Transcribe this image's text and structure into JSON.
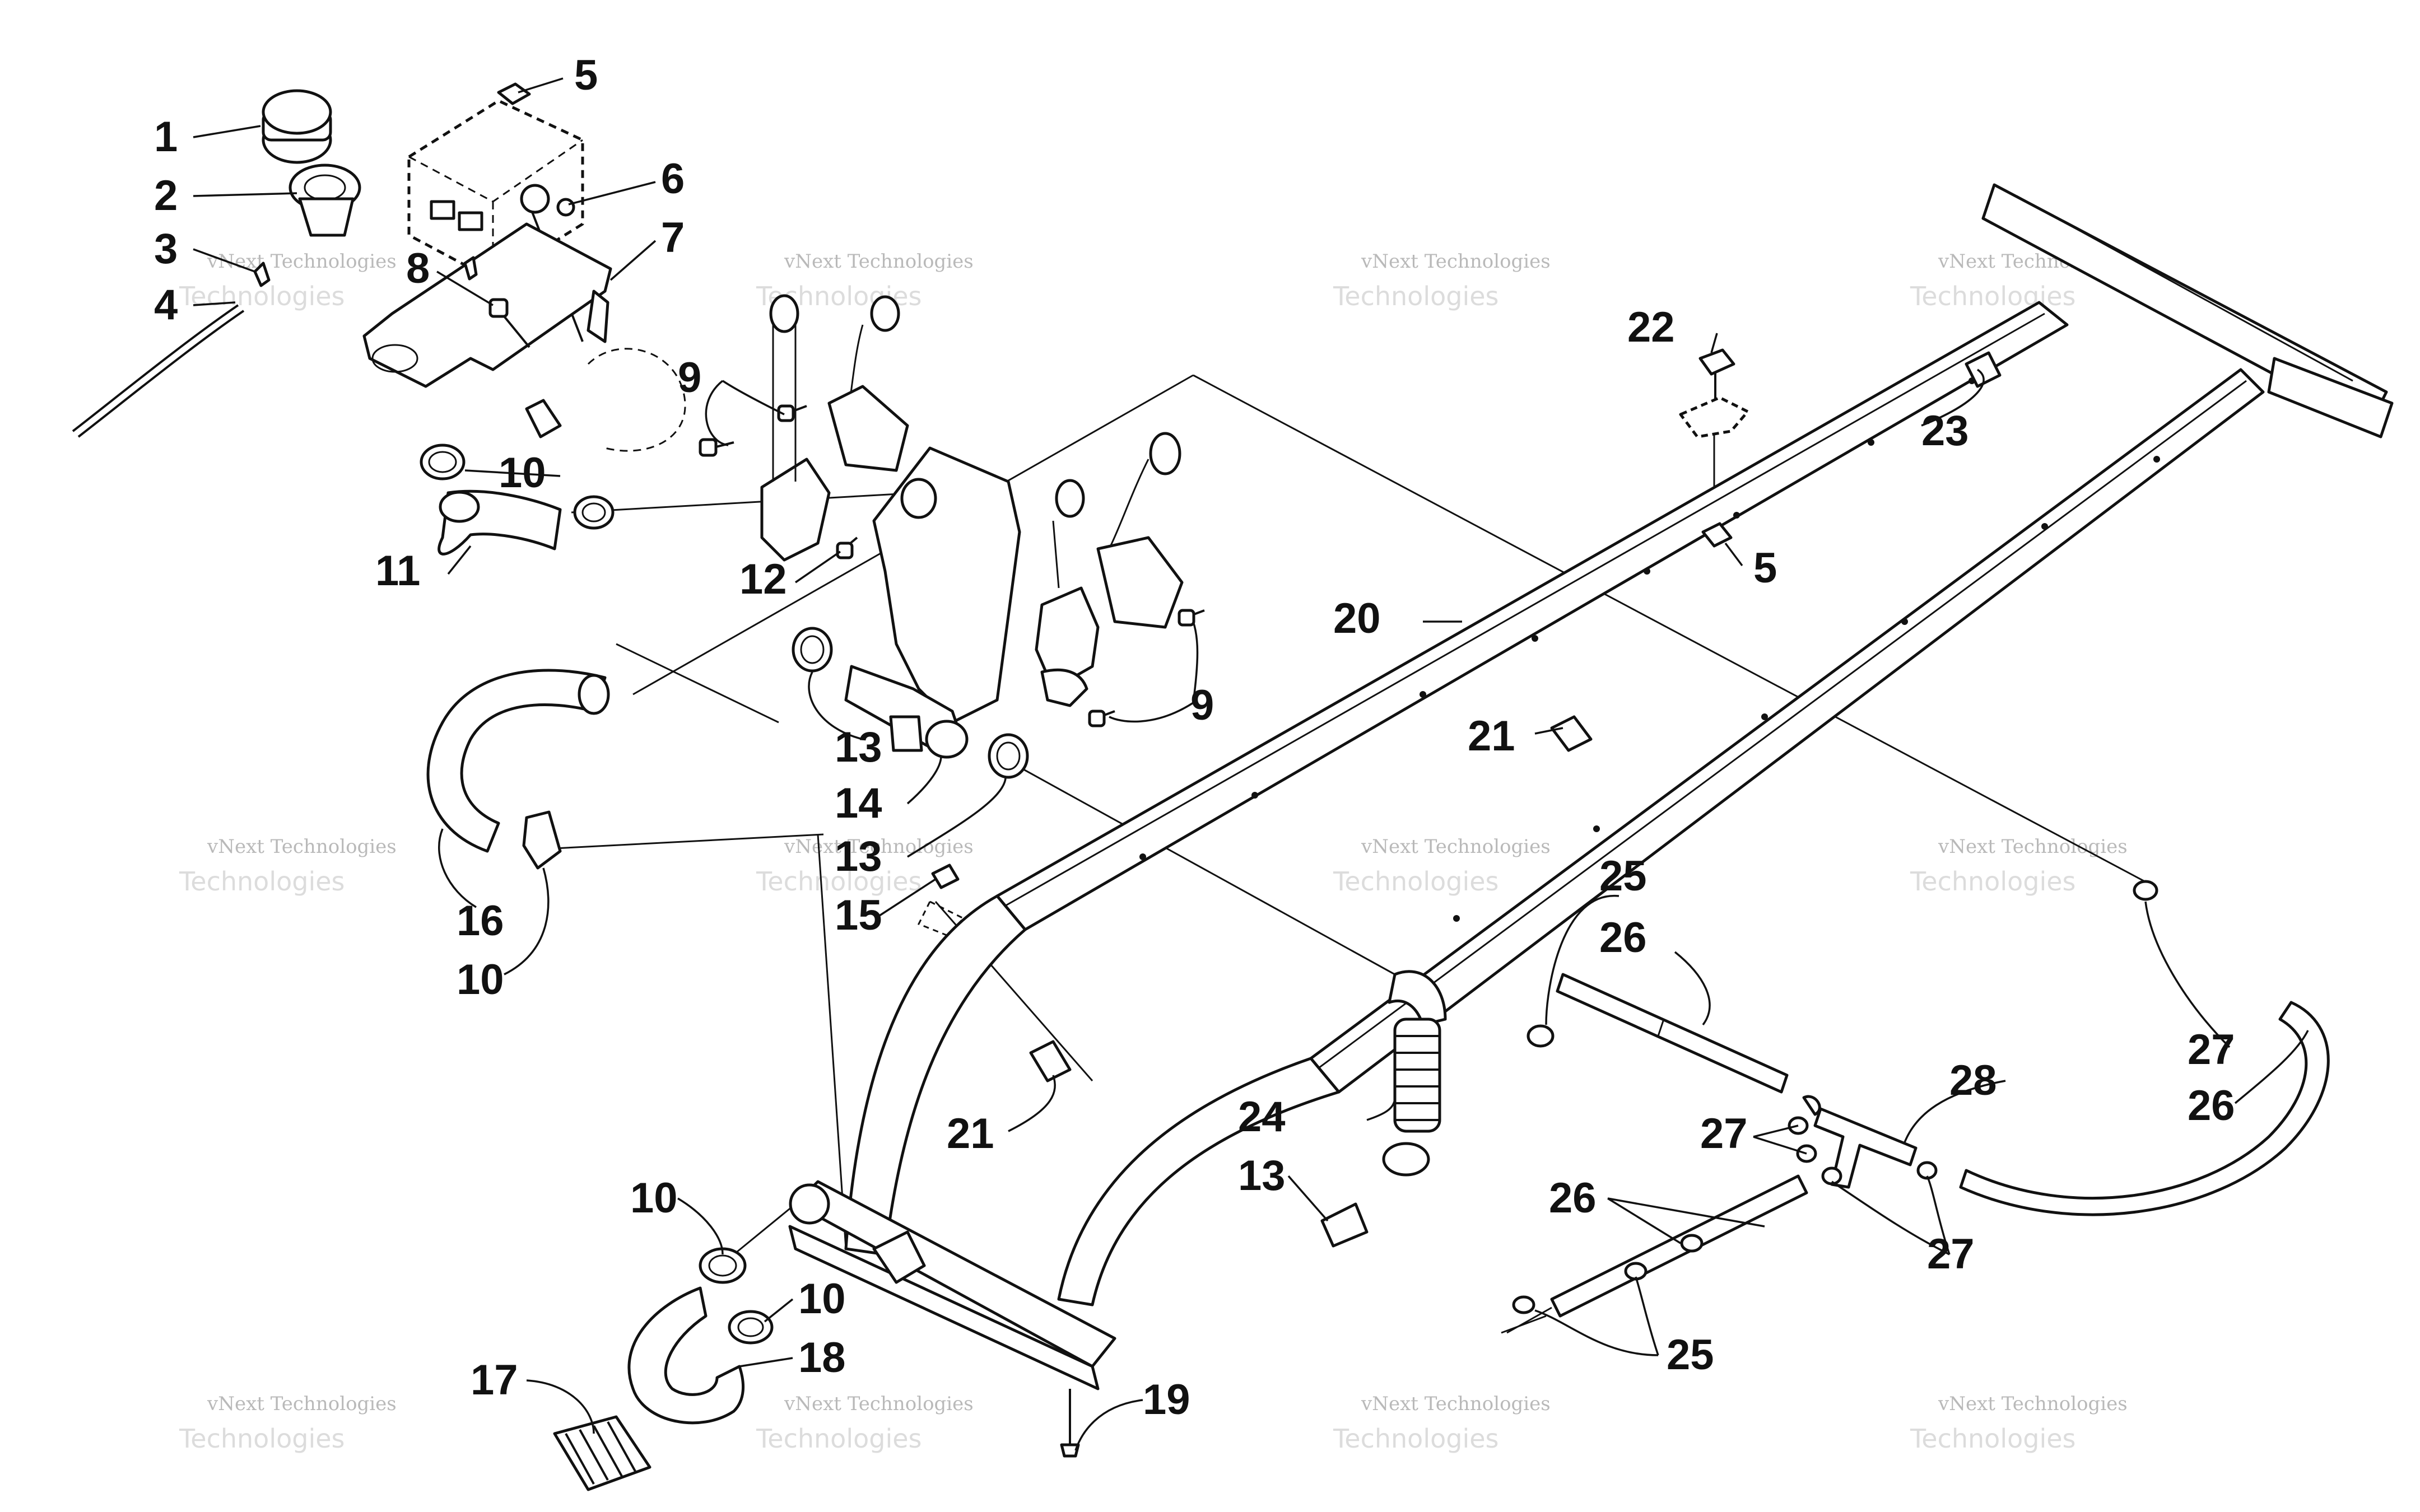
{
  "watermark": {
    "line1": "vNext Technologies",
    "line2": "Technologies"
  },
  "callouts": [
    {
      "id": "c1",
      "text": "1"
    },
    {
      "id": "c2",
      "text": "2"
    },
    {
      "id": "c3",
      "text": "3"
    },
    {
      "id": "c4",
      "text": "4"
    },
    {
      "id": "c5a",
      "text": "5"
    },
    {
      "id": "c6",
      "text": "6"
    },
    {
      "id": "c7",
      "text": "7"
    },
    {
      "id": "c8",
      "text": "8"
    },
    {
      "id": "c9a",
      "text": "9"
    },
    {
      "id": "c10a",
      "text": "10"
    },
    {
      "id": "c11",
      "text": "11"
    },
    {
      "id": "c12",
      "text": "12"
    },
    {
      "id": "c20",
      "text": "20"
    },
    {
      "id": "c22",
      "text": "22"
    },
    {
      "id": "c23",
      "text": "23"
    },
    {
      "id": "c5b",
      "text": "5"
    },
    {
      "id": "c9b",
      "text": "9"
    },
    {
      "id": "c13a",
      "text": "13"
    },
    {
      "id": "c14",
      "text": "14"
    },
    {
      "id": "c21a",
      "text": "21"
    },
    {
      "id": "c13b",
      "text": "13"
    },
    {
      "id": "c15",
      "text": "15"
    },
    {
      "id": "c16",
      "text": "16"
    },
    {
      "id": "c10b",
      "text": "10"
    },
    {
      "id": "c25a",
      "text": "25"
    },
    {
      "id": "c26a",
      "text": "26"
    },
    {
      "id": "c27a",
      "text": "27"
    },
    {
      "id": "c26b",
      "text": "26"
    },
    {
      "id": "c28",
      "text": "28"
    },
    {
      "id": "c24",
      "text": "24"
    },
    {
      "id": "c21b",
      "text": "21"
    },
    {
      "id": "c27b",
      "text": "27"
    },
    {
      "id": "c13c",
      "text": "13"
    },
    {
      "id": "c26c",
      "text": "26"
    },
    {
      "id": "c27c",
      "text": "27"
    },
    {
      "id": "c10c",
      "text": "10"
    },
    {
      "id": "c10d",
      "text": "10"
    },
    {
      "id": "c17",
      "text": "17"
    },
    {
      "id": "c18",
      "text": "18"
    },
    {
      "id": "c19",
      "text": "19"
    },
    {
      "id": "c25b",
      "text": "25"
    }
  ]
}
